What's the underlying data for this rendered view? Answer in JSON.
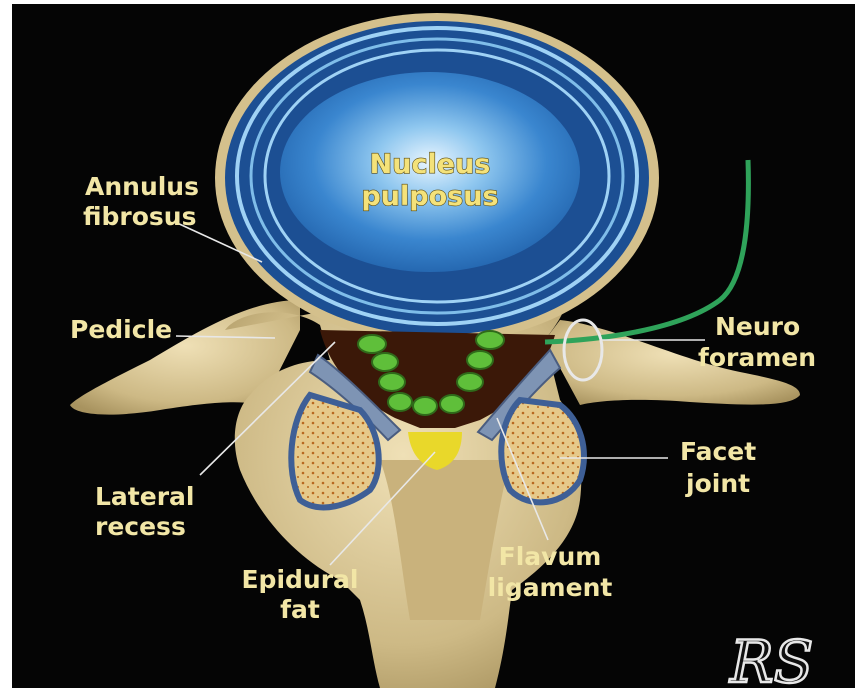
{
  "labels": {
    "nucleus_line1": "Nucleus",
    "nucleus_line2": "pulposus",
    "annulus_line1": "Annulus",
    "annulus_line2": "fibrosus",
    "pedicle": "Pedicle",
    "neuro_line1": "Neuro",
    "neuro_line2": "foramen",
    "facet_line1": "Facet",
    "facet_line2": "joint",
    "lateral_line1": "Lateral",
    "lateral_line2": "recess",
    "epidural_line1": "Epidural",
    "epidural_line2": "fat",
    "flavum_line1": "Flavum",
    "flavum_line2": "ligament"
  },
  "signature": "RS",
  "colors": {
    "background": "#050505",
    "bone": "#d8c69b",
    "disc_outer": "#2d7fd0",
    "disc_inner": "#a9d6f5",
    "canal": "#3b1808",
    "nerve_root": "#5fbf3a",
    "epidural_fat": "#e9d82a",
    "ligament": "#7e94b4",
    "facet_cartilage": "#3e5f96",
    "label_text": "#f2e6a6"
  }
}
